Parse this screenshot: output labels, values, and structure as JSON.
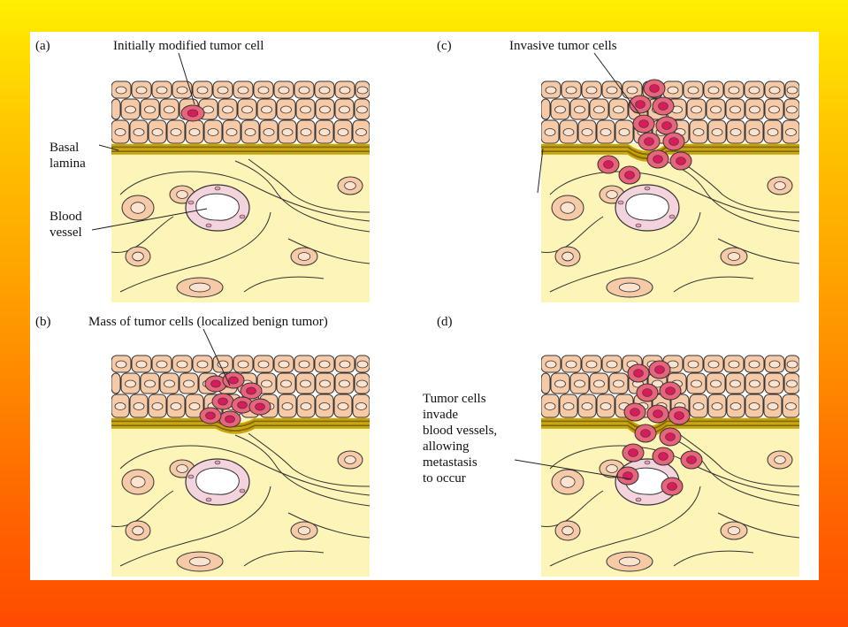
{
  "panels": {
    "a": {
      "letter": "(a)",
      "caption": "Initially modified tumor cell",
      "side_labels": {
        "basal_lamina": [
          "Basal",
          "lamina"
        ],
        "blood_vessel": [
          "Blood",
          "vessel"
        ]
      }
    },
    "b": {
      "letter": "(b)",
      "caption": "Mass of tumor cells (localized benign tumor)"
    },
    "c": {
      "letter": "(c)",
      "caption": "Invasive tumor  cells"
    },
    "d": {
      "letter": "(d)",
      "side_label": [
        "Tumor cells",
        "invade",
        "blood vessels,",
        "allowing",
        "metastasis",
        "to occur"
      ]
    }
  },
  "colors": {
    "background_top": "#ffef00",
    "background_bottom": "#ff4a00",
    "panel_background": "#ffffff",
    "connective_tissue": "#fdf4b8",
    "epithelial_cell": "#f7caa7",
    "tumor_cell": "#e8647a",
    "tumor_nucleus": "#d81b5c",
    "basal_lamina": "#c8a400",
    "vessel_wall": "#f4d4dc"
  }
}
